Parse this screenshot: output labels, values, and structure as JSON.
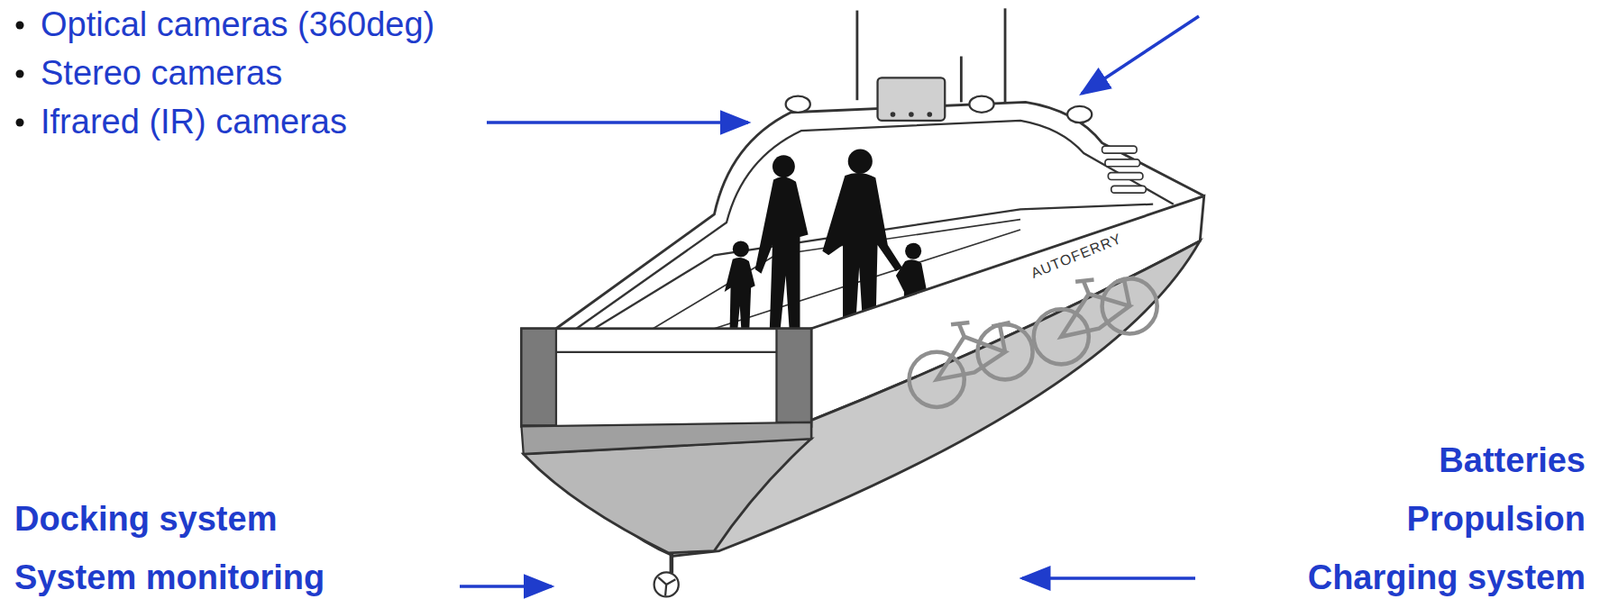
{
  "diagram": {
    "labels": [
      "Optical cameras (360deg)",
      "Stereo cameras",
      "Ifrared (IR) cameras",
      "AUTOFERRY",
      "Docking system",
      "System monitoring",
      "Batteries",
      "Propulsion",
      "Charging system"
    ]
  }
}
